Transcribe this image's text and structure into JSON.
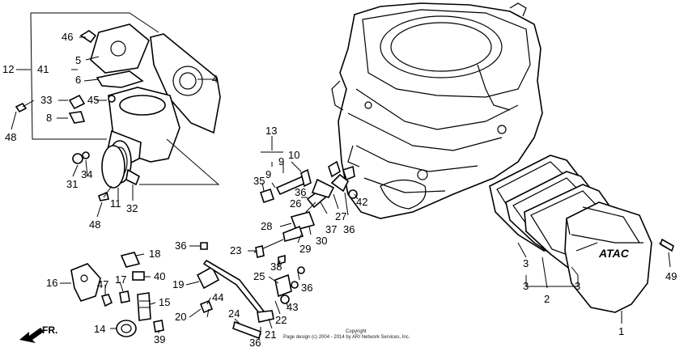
{
  "diagram": {
    "callouts": [
      "1",
      "2",
      "3",
      "3",
      "3",
      "4",
      "5",
      "6",
      "8",
      "9",
      "9",
      "10",
      "11",
      "12",
      "13",
      "14",
      "15",
      "16",
      "17",
      "18",
      "19",
      "20",
      "21",
      "22",
      "23",
      "24",
      "25",
      "26",
      "27",
      "28",
      "29",
      "30",
      "31",
      "32",
      "33",
      "34",
      "35",
      "36",
      "36",
      "36",
      "36",
      "36",
      "37",
      "38",
      "39",
      "40",
      "41",
      "42",
      "43",
      "44",
      "45",
      "46",
      "47",
      "48",
      "48",
      "49"
    ],
    "front_indicator": "FR.",
    "copyright_line1": "Copyright",
    "copyright_line2": "Page design (c) 2004 - 2014 by ARI Network Services, Inc."
  }
}
